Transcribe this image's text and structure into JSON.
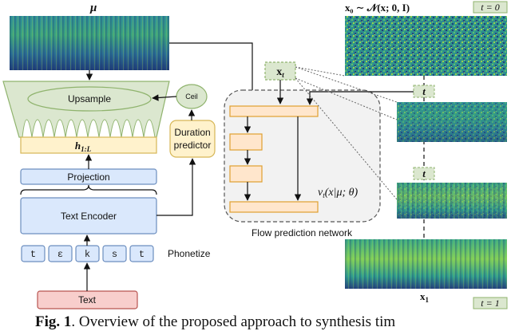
{
  "labels": {
    "mu": "μ",
    "upsample": "Upsample",
    "ceil": "Ceil",
    "h_main": "h",
    "h_sub": "1:L",
    "duration_line1": "Duration",
    "duration_line2": "predictor",
    "projection": "Projection",
    "text_encoder": "Text Encoder",
    "phonetize": "Phonetize",
    "text": "Text",
    "xt_main": "x",
    "xt_sub": "t",
    "t_small": "t",
    "flow_network": "Flow prediction network",
    "velocity": "v",
    "velocity_sub": "t",
    "velocity_args": "(x|μ; θ)",
    "x0_formula": "x₀ ∼ 𝒩(x; 0, I)",
    "t0_badge": "t = 0",
    "x1_main": "x",
    "x1_sub": "1",
    "t1_badge": "t = 1"
  },
  "phonemes": [
    "t",
    "ɛ",
    "k",
    "s",
    "t"
  ],
  "caption": {
    "prefix": "Fig. 1",
    "text": ". Overview of the proposed approach to synthesis tim"
  },
  "colors": {
    "green_fill": "#dbe7cf",
    "green_stroke": "#8fb36d",
    "yellow_fill": "#fff2cc",
    "yellow_stroke": "#d6b656",
    "blue_fill": "#dae8fc",
    "blue_stroke": "#6c8ebf",
    "red_fill": "#f8cecc",
    "red_stroke": "#b85450",
    "orange_fill": "#ffe6cc",
    "orange_stroke": "#e0a030",
    "network_fill": "#f2f2f2"
  }
}
